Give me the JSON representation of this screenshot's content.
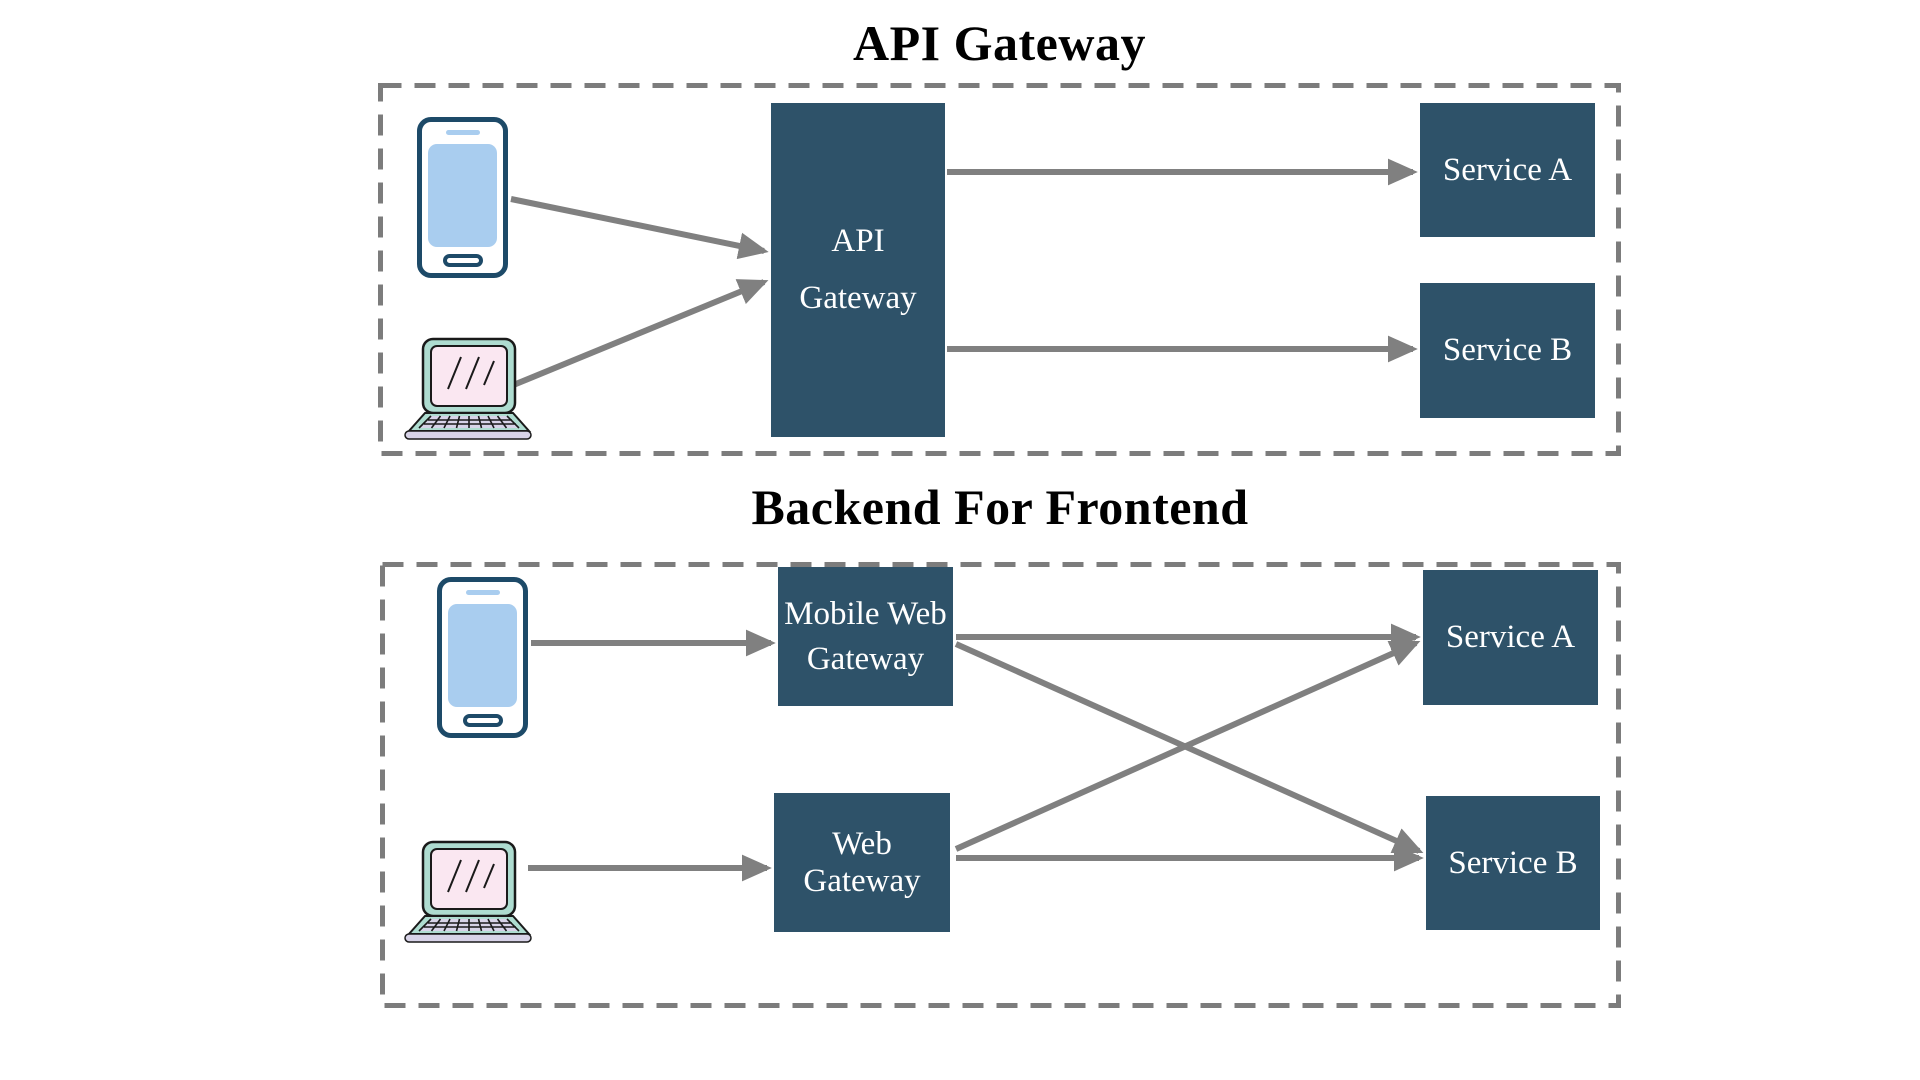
{
  "diagram1": {
    "title": "API Gateway",
    "gateway": {
      "line1": "API",
      "line2": "Gateway"
    },
    "service_a_label": "Service A",
    "service_b_label": "Service B"
  },
  "diagram2": {
    "title": "Backend For Frontend",
    "mobile_gateway": {
      "line1": "Mobile Web",
      "line2": "Gateway"
    },
    "web_gateway_label": "Web Gateway",
    "service_a_label": "Service A",
    "service_b_label": "Service B"
  },
  "icons": {
    "client_mobile": "smartphone-icon",
    "client_desktop": "laptop-icon"
  },
  "colors": {
    "node_fill": "#2E5269",
    "node_text": "#FFFFFF",
    "arrow": "#808080",
    "dashed_border": "#7C7C7C",
    "title_text": "#000000",
    "phone_outline": "#1D4A68",
    "phone_screen": "#A9CDEF",
    "laptop_body": "#AEDCD0",
    "laptop_screen": "#FAE7F1",
    "laptop_keys": "#D8D3E8"
  }
}
